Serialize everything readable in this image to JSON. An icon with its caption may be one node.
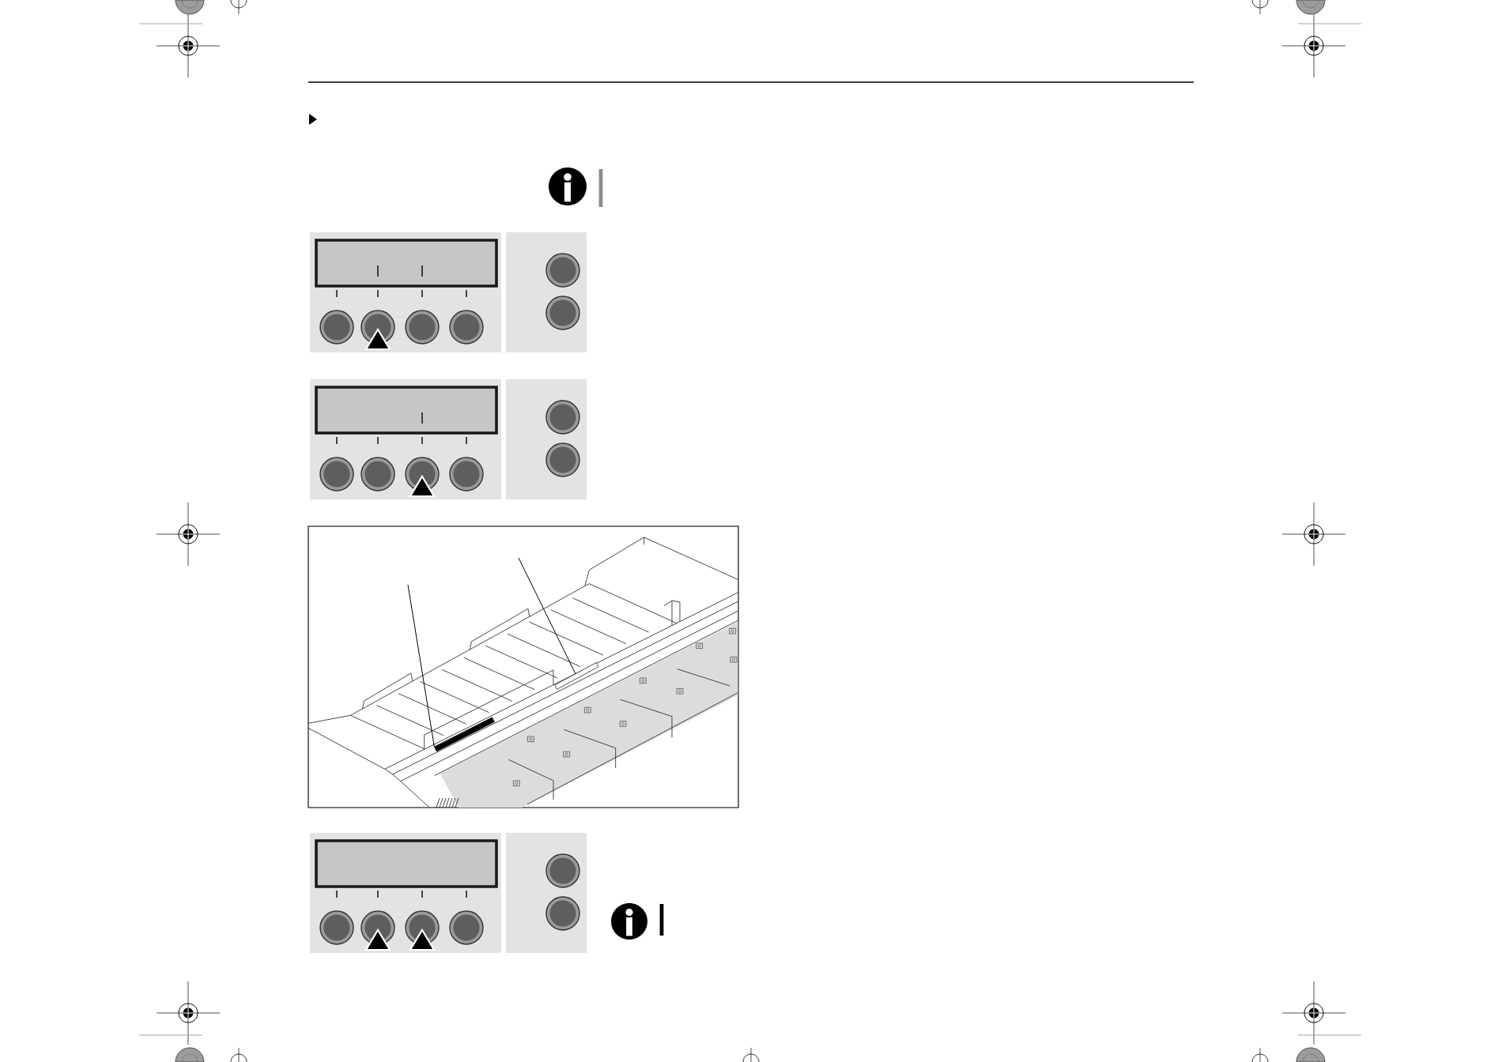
{
  "diagram": {
    "nodes": [
      {
        "text": [],
        "shape": "picture"
      },
      {
        "text": [],
        "shape": "bar",
        "in": 0
      },
      {
        "text": [],
        "shape": "bar",
        "in": 0
      }
    ],
    "edges": [
      {
        "from": null,
        "to": 1,
        "arrow": "none"
      },
      {
        "from": null,
        "to": 2,
        "arrow": "none"
      }
    ]
  }
}
